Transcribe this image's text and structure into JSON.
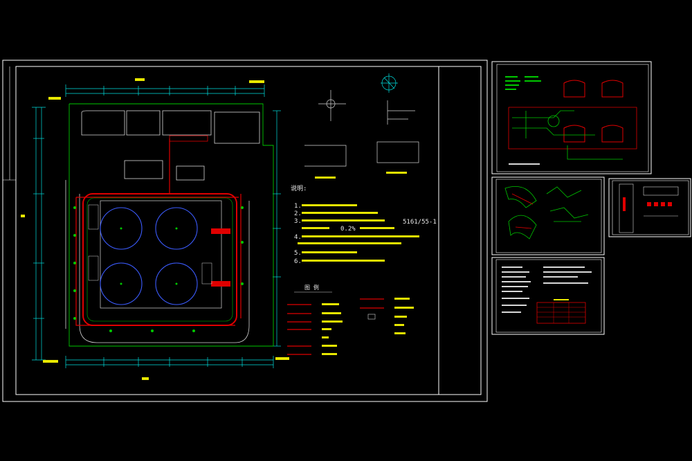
{
  "drawing": {
    "main_sheet": {
      "notes_title": "说明:",
      "notes": [
        "1.",
        "2.",
        "3.",
        "4.",
        "5.",
        "6."
      ],
      "note_spec": "0.2%",
      "drawing_code": "5161/55-1",
      "legend_title": "图 例"
    }
  },
  "colors": {
    "background": "#000000",
    "frame": "#ffffff",
    "pipe_red": "#e00000",
    "pipe_green": "#00c800",
    "dimension_cyan": "#00e0e0",
    "tank_blue": "#3c5cff",
    "label_yellow": "#e8e800",
    "building_white": "#d8d8d8"
  }
}
